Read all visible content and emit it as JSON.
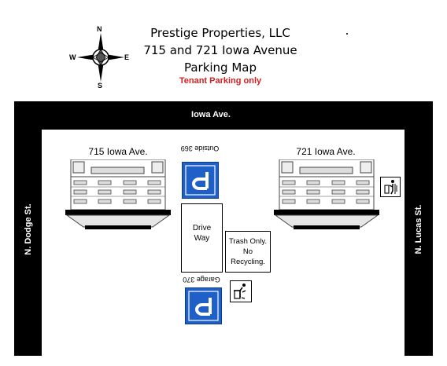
{
  "compass": {
    "n": "N",
    "s": "S",
    "e": "E",
    "w": "W"
  },
  "header": {
    "line1": "Prestige Properties, LLC",
    "line2": "715 and 721 Iowa Avenue",
    "line3": "Parking Map",
    "subtitle": "Tenant Parking only",
    "subtitle_color": "#d21f1f"
  },
  "streets": {
    "top": "Iowa Ave.",
    "left": "N. Dodge St.",
    "right": "N. Lucas St."
  },
  "buildings": {
    "left": "715 Iowa Ave.",
    "right": "721 Iowa Ave."
  },
  "parking": {
    "outside_label": "Outside 369",
    "garage_label": "Garage 370",
    "sign_letter": "P",
    "sign_color": "#1e5fc8"
  },
  "driveway": {
    "label_1": "Drive",
    "label_2": "Way"
  },
  "trash": {
    "label": "Trash Only. No Recycling."
  },
  "icons": [
    "compass-rose-icon",
    "parking-sign-icon",
    "trash-can-icon",
    "recycling-person-icon"
  ]
}
